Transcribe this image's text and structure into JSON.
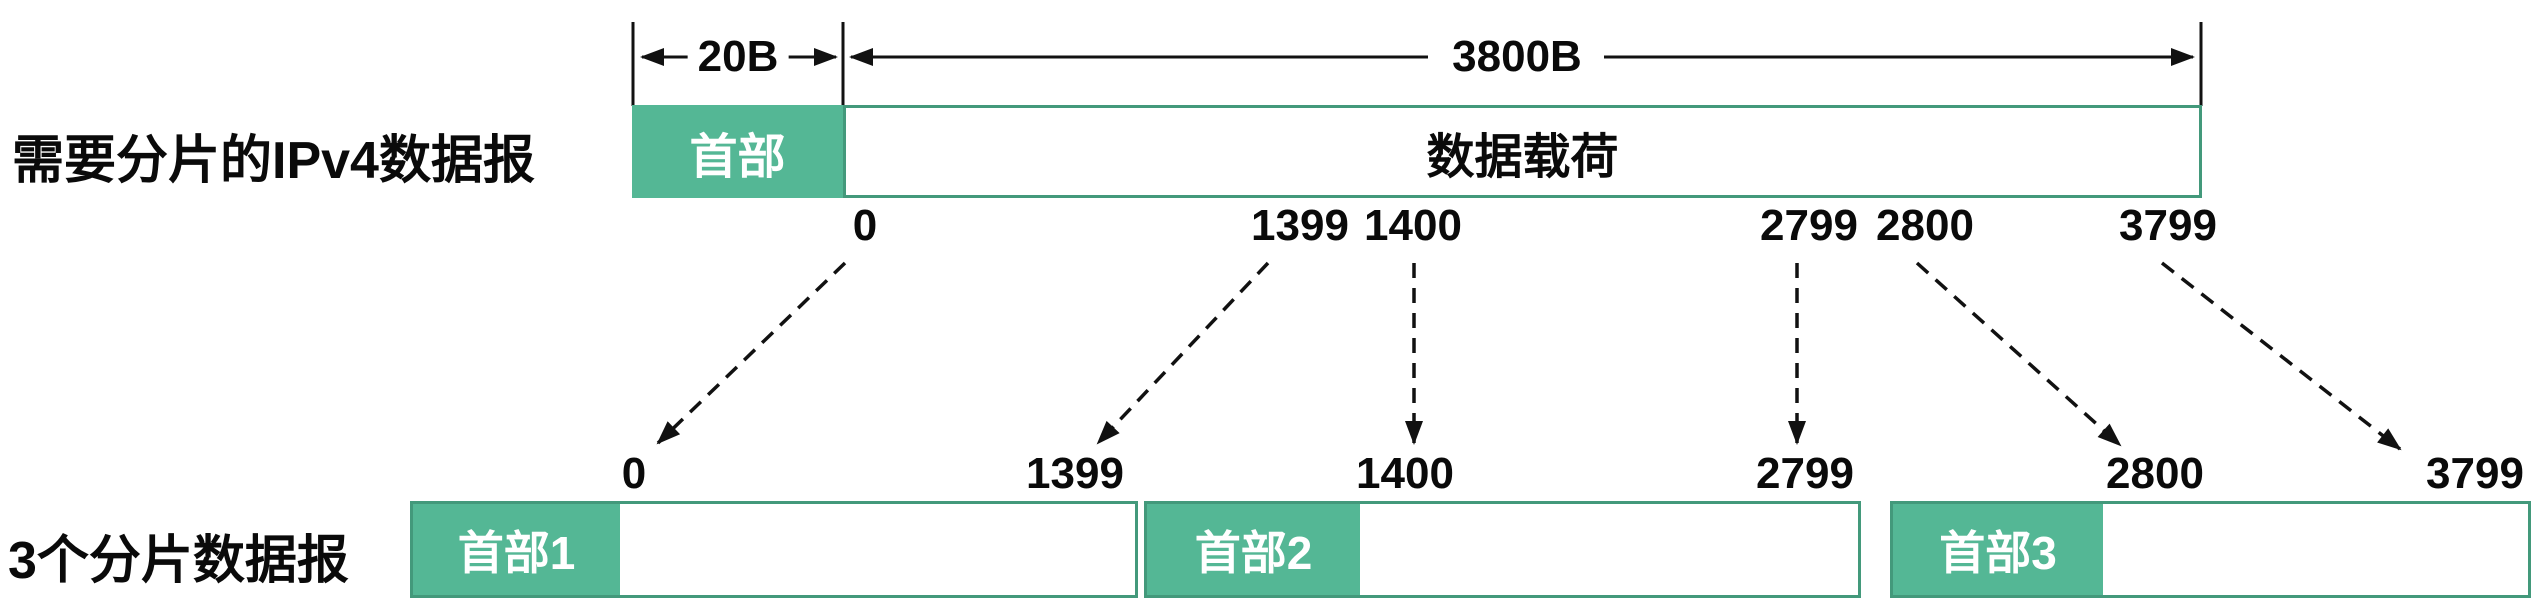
{
  "colors": {
    "teal_fill": "#54b795",
    "teal_border": "#43997b",
    "line": "#111111"
  },
  "top": {
    "row_label": "需要分片的IPv4数据报",
    "header_size_label": "20B",
    "payload_size_label": "3800B",
    "header_label": "首部",
    "payload_label": "数据载荷",
    "offsets": [
      "0",
      "1399",
      "1400",
      "2799",
      "2800",
      "3799"
    ]
  },
  "bottom": {
    "row_label": "3个分片数据报",
    "fragments": [
      {
        "header_label": "首部1",
        "start_offset": "0",
        "end_offset": "1399"
      },
      {
        "header_label": "首部2",
        "start_offset": "1400",
        "end_offset": "2799"
      },
      {
        "header_label": "首部3",
        "start_offset": "2800",
        "end_offset": "3799"
      }
    ]
  }
}
